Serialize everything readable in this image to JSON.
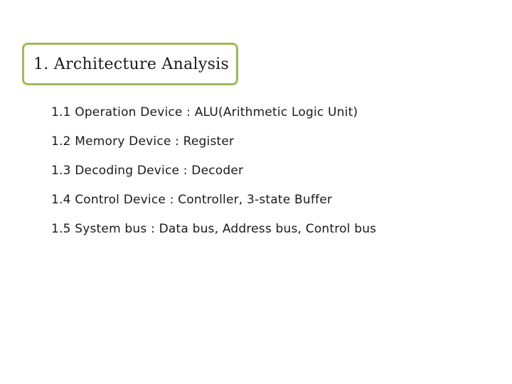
{
  "slide": {
    "title": "1. Architecture Analysis",
    "items": [
      "1.1 Operation Device : ALU(Arithmetic Logic Unit)",
      "1.2 Memory Device : Register",
      "1.3 Decoding Device : Decoder",
      "1.4 Control Device : Controller, 3-state Buffer",
      "1.5 System bus : Data bus, Address bus, Control bus"
    ]
  },
  "colors": {
    "title_border": "#9bbb59",
    "text": "#1a1a1a",
    "background": "#ffffff"
  }
}
